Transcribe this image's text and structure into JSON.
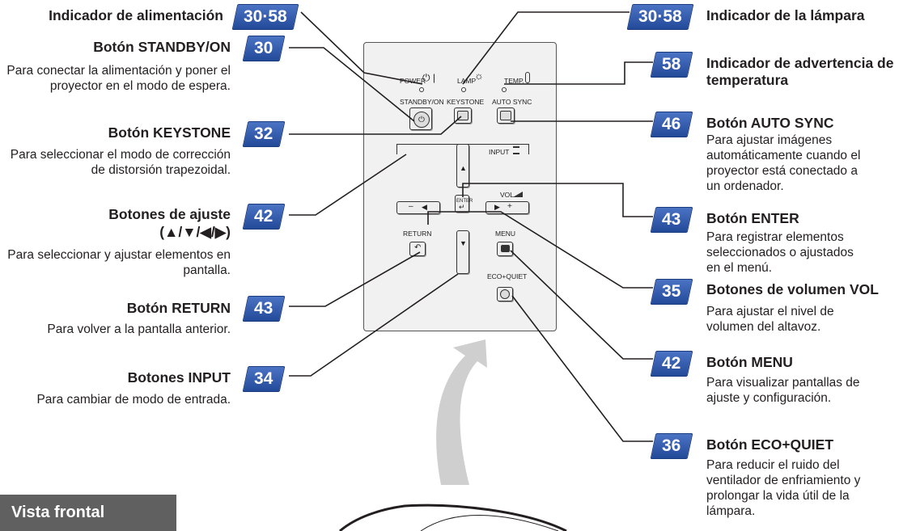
{
  "left": {
    "power_indicator": {
      "label": "Indicador de alimentación",
      "page": "30·58"
    },
    "standby": {
      "label": "Botón STANDBY/ON",
      "page": "30",
      "desc": "Para conectar la alimentación y poner el proyector en el modo de espera."
    },
    "keystone": {
      "label": "Botón KEYSTONE",
      "page": "32",
      "desc": "Para seleccionar el modo de corrección de distorsión trapezoidal."
    },
    "adjust": {
      "label": "Botones de ajuste",
      "label2": "(▲/▼/◀/▶)",
      "page": "42",
      "desc": "Para seleccionar y ajustar elementos en pantalla."
    },
    "return": {
      "label": "Botón RETURN",
      "page": "43",
      "desc": "Para volver a la pantalla anterior."
    },
    "input": {
      "label": "Botones INPUT",
      "page": "34",
      "desc": "Para cambiar de modo de entrada."
    }
  },
  "right": {
    "lamp": {
      "label": "Indicador de la lámpara",
      "page": "30·58"
    },
    "temp": {
      "label": "Indicador de advertencia de temperatura",
      "page": "58"
    },
    "autosync": {
      "label": "Botón AUTO SYNC",
      "page": "46",
      "desc": "Para ajustar imágenes automáticamente cuando el proyector está conectado a un ordenador."
    },
    "enter": {
      "label": "Botón ENTER",
      "page": "43",
      "desc": "Para registrar elementos seleccionados o ajustados en el menú."
    },
    "volume": {
      "label": "Botones de volumen VOL",
      "page": "35",
      "desc": "Para ajustar el nivel de volumen del altavoz."
    },
    "menu": {
      "label": "Botón MENU",
      "page": "42",
      "desc": "Para visualizar pantallas de ajuste y configuración."
    },
    "eco": {
      "label": "Botón ECO+QUIET",
      "page": "36",
      "desc": "Para reducir el ruido del ventilador de enfriamiento y prolongar la vida útil de la lámpara."
    }
  },
  "panel": {
    "power": "POWER",
    "lamp": "LAMP",
    "temp": "TEMP.",
    "standby_on": "STANDBY/ON",
    "keystone": "KEYSTONE",
    "auto_sync": "AUTO SYNC",
    "input": "INPUT",
    "enter": "ENTER",
    "vol": "VOL",
    "minus": "–",
    "plus": "+",
    "return": "RETURN",
    "menu": "MENU",
    "eco_quiet": "ECO+QUIET"
  },
  "footer": {
    "front_view": "Vista frontal"
  },
  "colors": {
    "badge": "#2f5aa8",
    "panel": "#f1f1f1",
    "banner": "#606060"
  }
}
